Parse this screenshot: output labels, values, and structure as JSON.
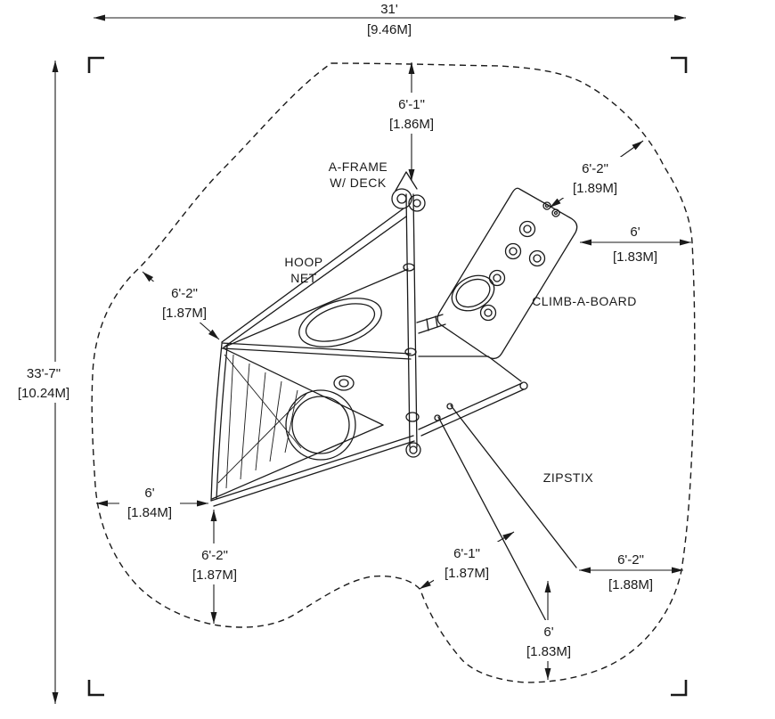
{
  "colors": {
    "ink": "#1a1a1a",
    "background": "#ffffff"
  },
  "overall_dimensions": {
    "width": {
      "value": "31'",
      "metric": "[9.46M]"
    },
    "height": {
      "value": "33'-7\"",
      "metric": "[10.24M]"
    }
  },
  "equipment_labels": {
    "a_frame": {
      "line1": "A-FRAME",
      "line2": "W/ DECK"
    },
    "hoop_net": {
      "line1": "HOOP",
      "line2": "NET"
    },
    "climb_a_board": "CLIMB-A-BOARD",
    "zipstix": "ZIPSTIX"
  },
  "clearance_dimensions": {
    "top": {
      "value": "6'-1\"",
      "metric": "[1.86M]"
    },
    "upper_right": {
      "value": "6'-2\"",
      "metric": "[1.89M]"
    },
    "right": {
      "value": "6'",
      "metric": "[1.83M]"
    },
    "upper_left": {
      "value": "6'-2\"",
      "metric": "[1.87M]"
    },
    "left": {
      "value": "6'",
      "metric": "[1.84M]"
    },
    "lower_left": {
      "value": "6'-2\"",
      "metric": "[1.87M]"
    },
    "lower_center": {
      "value": "6'-1\"",
      "metric": "[1.87M]"
    },
    "lower_right": {
      "value": "6'-2\"",
      "metric": "[1.88M]"
    },
    "bottom": {
      "value": "6'",
      "metric": "[1.83M]"
    }
  }
}
